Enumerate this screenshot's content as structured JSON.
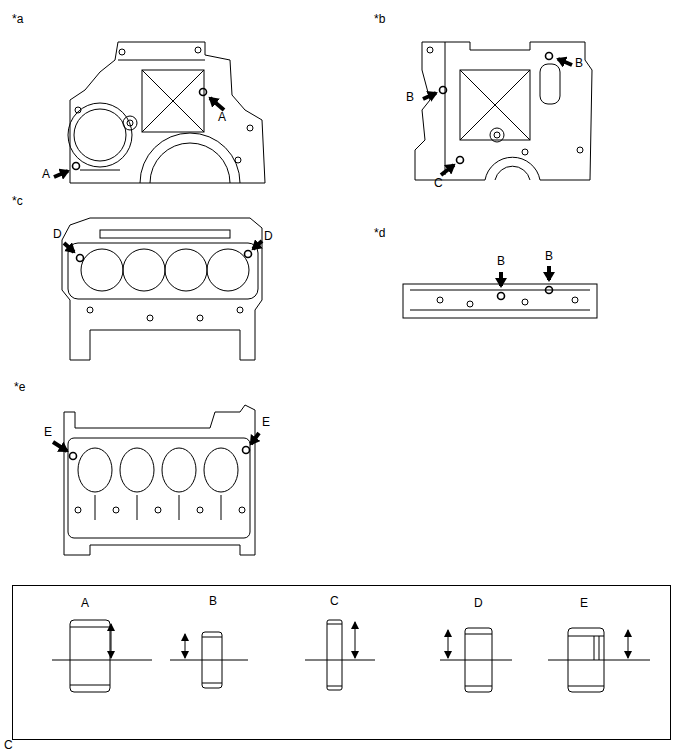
{
  "diagram": {
    "nodes": [
      {
        "text": [
          "A",
          "B",
          "C",
          "D",
          "E"
        ]
      }
    ],
    "labels": [
      "*a",
      "A",
      "A",
      "*b",
      "B",
      "B",
      "C",
      "*c",
      "D",
      "D",
      "*d",
      "B",
      "B",
      "*e",
      "E",
      "E",
      "C"
    ]
  }
}
